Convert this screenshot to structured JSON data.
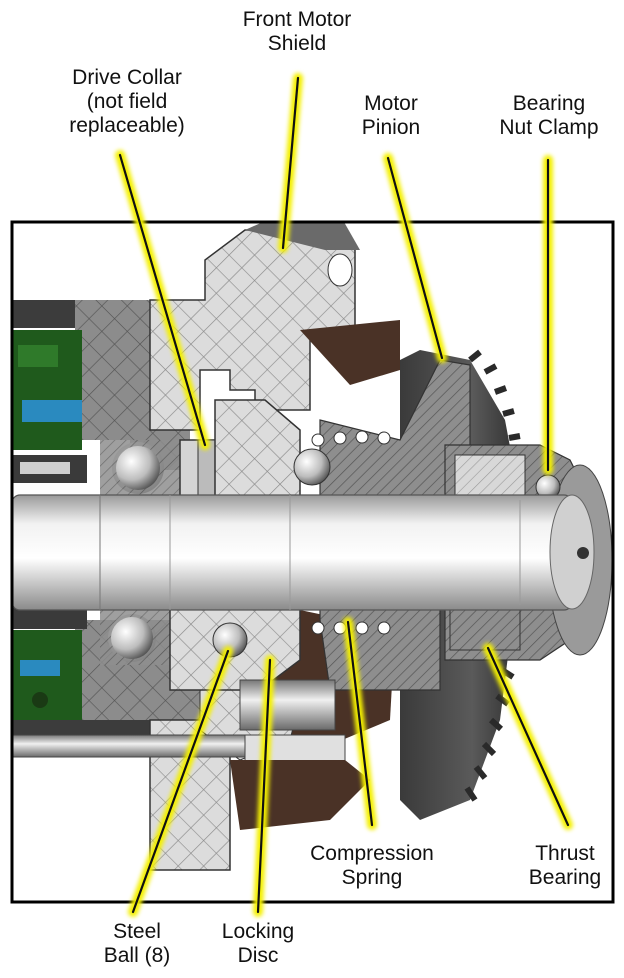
{
  "labels": {
    "front_motor_shield": [
      "Front Motor",
      "Shield"
    ],
    "drive_collar": [
      "Drive Collar",
      "(not field",
      "replaceable)"
    ],
    "motor_pinion": [
      "Motor",
      "Pinion"
    ],
    "bearing_nut_clamp": [
      "Bearing",
      "Nut Clamp"
    ],
    "compression_spring": [
      "Compression",
      "Spring"
    ],
    "thrust_bearing": [
      "Thrust",
      "Bearing"
    ],
    "steel_ball": [
      "Steel",
      "Ball (8)"
    ],
    "locking_disc": [
      "Locking",
      "Disc"
    ]
  },
  "colors": {
    "leader_line": "#111111",
    "leader_glow": "#f4f000",
    "cut_metal": "#8e8e8e",
    "light_metal": "#d8d8d8",
    "shaft": "#e6e6e6",
    "pcb_green": "#1f5a1c",
    "brown_housing": "#4a3226",
    "frame": "#000000"
  },
  "icons": [
    "cutaway-illustration"
  ]
}
